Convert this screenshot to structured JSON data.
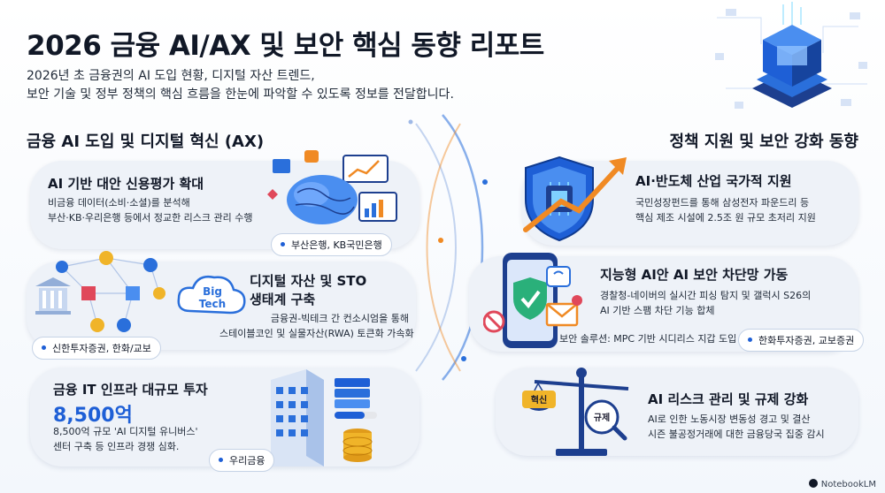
{
  "header": {
    "title": "2026 금융 AI/AX 및 보안 핵심 동향 리포트",
    "subtitle_line1": "2026년 초 금융권의 AI 도입 현황, 디지털 자산 트렌드,",
    "subtitle_line2": "보안 기술 및 정부 정책의 핵심 흐름을 한눈에 파악할 수 있도록 정보를 전달합니다."
  },
  "left_column": {
    "title": "금융 AI 도입 및 디지털 혁신 (AX)",
    "cards": [
      {
        "title": "AI 기반 대안 신용평가 확대",
        "desc": [
          "비금융 데이터(소비·소셜)를 분석해",
          "부산·KB·우리은행 등에서 정교한 리스크 관리 수행"
        ],
        "tag": "부산은행, KB국민은행"
      },
      {
        "title_line1": "디지털 자산 및 STO",
        "title_line2": "생태계 구축",
        "desc": [
          "금융권-빅테크 간 컨소시엄을 통해",
          "스테이블코인 및 실물자산(RWA) 토큰화 가속화"
        ],
        "tag": "신한투자증권, 한화/교보",
        "cloud_label_1": "Big",
        "cloud_label_2": "Tech"
      },
      {
        "title": "금융 IT 인프라 대규모 투자",
        "amount": "8,500억",
        "desc": [
          "8,500억 규모 'AI 디지털 유니버스'",
          "센터 구축 등 인프라 경쟁 심화."
        ],
        "tag": "우리금융"
      }
    ]
  },
  "right_column": {
    "title": "정책 지원 및 보안 강화 동향",
    "cards": [
      {
        "title": "AI·반도체 산업 국가적 지원",
        "desc": [
          "국민성장펀드를 통해 삼성전자 파운드리 등",
          "핵심 제조 시설에 2.5조 원 규모 초저리 지원"
        ]
      },
      {
        "title": "지능형 AI안 AI 보안 차단망 가동",
        "desc": [
          "경찰청-네이버의 실시간 피싱 탐지 및 갤럭시 S26의",
          "AI 기반 스팸 차단 기능 합체"
        ],
        "note": "보안 솔루션: MPC 기반 시디리스 지갑 도입",
        "tag": "한화투자증권, 교보증권"
      },
      {
        "title": "AI 리스크 관리 및 규제 강화",
        "desc": [
          "AI로 인한 노동시장 변동성 경고 및 결산",
          "시즌 불공정거래에 대한 금융당국 집중 감시"
        ],
        "scale_left": "혁신",
        "scale_right": "규제"
      }
    ]
  },
  "footer": {
    "brand": "NotebookLM"
  },
  "colors": {
    "accent_blue": "#1e5fd6",
    "card_bg": "#eef2f8",
    "title_text": "#111827",
    "arc_blue": "#2a6fdb",
    "arc_orange": "#f08a24"
  }
}
